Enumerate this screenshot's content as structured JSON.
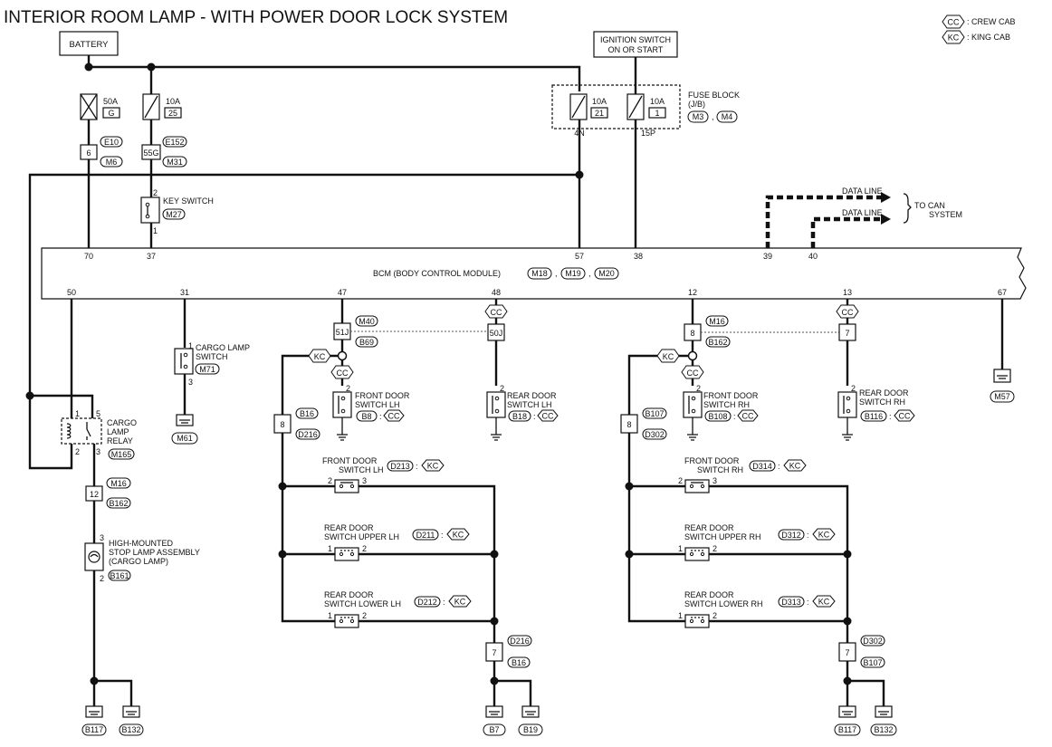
{
  "title": "INTERIOR ROOM LAMP - WITH POWER DOOR LOCK SYSTEM",
  "legend": {
    "cc_symbol": "CC",
    "cc_text": ": CREW CAB",
    "kc_symbol": "KC",
    "kc_text": ": KING CAB"
  },
  "battery": "BATTERY",
  "ignition": {
    "line1": "IGNITION SWITCH",
    "line2": "ON OR START"
  },
  "fuses": {
    "f1": {
      "amp": "50A",
      "num": "G"
    },
    "f2": {
      "amp": "10A",
      "num": "25"
    },
    "f3": {
      "amp": "10A",
      "num": "21"
    },
    "f4": {
      "amp": "10A",
      "num": "1"
    }
  },
  "fuse_block": {
    "line1": "FUSE BLOCK",
    "line2": "(J/B)",
    "conn1": "M3",
    "conn2": "M4",
    "pin_a": "4N",
    "pin_b": "15P"
  },
  "left_conn": {
    "pin": "6",
    "c1": "E10",
    "c2": "M6"
  },
  "mid_conn": {
    "pin": "55G",
    "c1": "E152",
    "c2": "M31"
  },
  "key_switch": {
    "name": "KEY SWITCH",
    "conn": "M27",
    "pin1": "2",
    "pin2": "1"
  },
  "data_line": {
    "l1": "DATA LINE",
    "l2": "DATA LINE",
    "to1": "TO CAN",
    "to2": "SYSTEM"
  },
  "bcm": {
    "name": "BCM (BODY CONTROL MODULE)",
    "c1": "M18",
    "c2": "M19",
    "c3": "M20"
  },
  "bcm_top_pins": {
    "p70": "70",
    "p37": "37",
    "p57": "57",
    "p38": "38",
    "p39": "39",
    "p40": "40"
  },
  "bcm_bot_pins": {
    "p50": "50",
    "p31": "31",
    "p47": "47",
    "p48": "48",
    "p12": "12",
    "p13": "13",
    "p67": "67"
  },
  "relay": {
    "l1": "CARGO",
    "l2": "LAMP",
    "l3": "RELAY",
    "conn": "M165",
    "p1": "1",
    "p5": "5",
    "p2": "2",
    "p3": "3"
  },
  "cargo_switch": {
    "l1": "CARGO LAMP",
    "l2": "SWITCH",
    "conn": "M71",
    "p1": "1",
    "p3": "3"
  },
  "gnd_m61": "M61",
  "gnd_m57": "M57",
  "lh": {
    "joint_pin": "51J",
    "joint_c1": "M40",
    "joint_c2": "B69",
    "cc_pin": "50J",
    "front_cc": {
      "l1": "FRONT DOOR",
      "l2": "SWITCH LH",
      "conn": "B8",
      "pin": "2"
    },
    "rear_cc": {
      "l1": "REAR DOOR",
      "l2": "SWITCH LH",
      "conn": "B18",
      "pin": "2"
    },
    "mid_pin": "8",
    "mid_c1": "B16",
    "mid_c2": "D216",
    "front_kc": {
      "l1": "FRONT DOOR",
      "l2": "SWITCH LH",
      "conn": "D213",
      "pa": "2",
      "pb": "3"
    },
    "rear_upper": {
      "l1": "REAR DOOR",
      "l2": "SWITCH UPPER LH",
      "conn": "D211",
      "pa": "1",
      "pb": "2"
    },
    "rear_lower": {
      "l1": "REAR DOOR",
      "l2": "SWITCH LOWER LH",
      "conn": "D212",
      "pa": "1",
      "pb": "2"
    },
    "bot_pin": "7",
    "bot_c1": "D216",
    "bot_c2": "B16",
    "gnd1": "B7",
    "gnd2": "B19"
  },
  "rh": {
    "joint_pin": "8",
    "joint_c1": "M16",
    "joint_c2": "B162",
    "cc_pin": "7",
    "front_cc": {
      "l1": "FRONT DOOR",
      "l2": "SWITCH RH",
      "conn": "B108",
      "pin": "2"
    },
    "rear_cc": {
      "l1": "REAR DOOR",
      "l2": "SWITCH RH",
      "conn": "B116",
      "pin": "2"
    },
    "mid_pin": "8",
    "mid_c1": "B107",
    "mid_c2": "D302",
    "front_kc": {
      "l1": "FRONT DOOR",
      "l2": "SWITCH RH",
      "conn": "D314",
      "pa": "2",
      "pb": "3"
    },
    "rear_upper": {
      "l1": "REAR DOOR",
      "l2": "SWITCH UPPER RH",
      "conn": "D312",
      "pa": "1",
      "pb": "2"
    },
    "rear_lower": {
      "l1": "REAR DOOR",
      "l2": "SWITCH LOWER RH",
      "conn": "D313",
      "pa": "1",
      "pb": "2"
    },
    "bot_pin": "7",
    "bot_c1": "D302",
    "bot_c2": "B107",
    "gnd1": "B117",
    "gnd2": "B132"
  },
  "stop_lamp": {
    "l1": "HIGH-MOUNTED",
    "l2": "STOP LAMP ASSEMBLY",
    "l3": "(CARGO LAMP)",
    "conn": "B161",
    "p3": "3",
    "p2": "2"
  },
  "left_pin12": {
    "pin": "12",
    "c1": "M16",
    "c2": "B162"
  },
  "left_gnd": {
    "g1": "B117",
    "g2": "B132"
  },
  "kc": "KC",
  "cc": "CC"
}
